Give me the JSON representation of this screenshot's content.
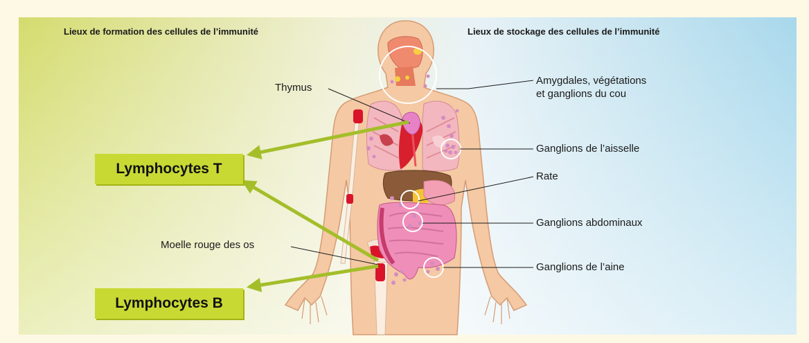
{
  "title": {
    "left": "Lieux de formation des cellules de l’immunité",
    "right": "Lieux de stockage des cellules de l’immunité"
  },
  "labels": {
    "thymus": "Thymus",
    "moelle": "Moelle rouge des os",
    "amygdales_line1": "Amygdales, végétations",
    "amygdales_line2": "et ganglions du cou",
    "aisselle": "Ganglions de l’aisselle",
    "rate": "Rate",
    "abdominaux": "Ganglions abdominaux",
    "aine": "Ganglions de l’aine"
  },
  "boxes": {
    "lymph_t": "Lymphocytes T",
    "lymph_b": "Lymphocytes B"
  },
  "colors": {
    "left_panel": "#dde38a",
    "right_panel": "#b9dfee",
    "box_fill": "#c8d934",
    "arrow": "#a4be2a",
    "skin": "#f4c9a4",
    "skin_outline": "#d59b74",
    "bone_marrow": "#d9142a",
    "lymph_node": "#d58cc0",
    "liver": "#8b5a38",
    "intestine": "#ef8fb9",
    "lungs": "#f3b8bf"
  }
}
